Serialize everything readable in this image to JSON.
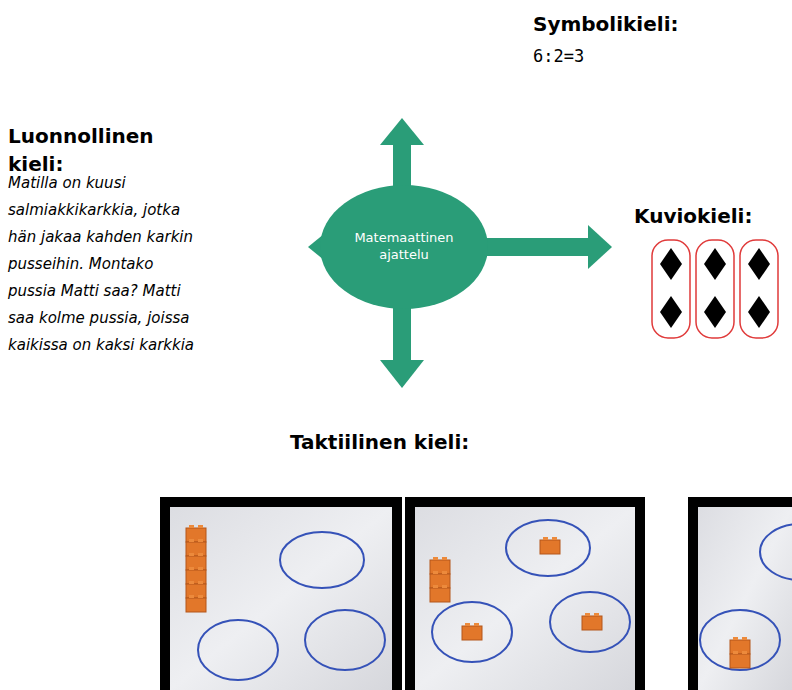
{
  "diagram": {
    "nodes": [
      {
        "text": [
          "Matemaattinen ajattelu"
        ]
      }
    ],
    "labels": [
      "Symbolikieli:",
      "6:2=3",
      "Luonnollinen kieli:",
      "Matilla on kuusi salmiakkikarkkia, jotka hän jakaa kahden karkin pusseihin. Montako pussia Matti saa? Matti saa kolme pussia, joissa kaikissa on kaksi karkkia",
      "Kuviokieli:",
      "Taktiilinen kieli:"
    ]
  }
}
